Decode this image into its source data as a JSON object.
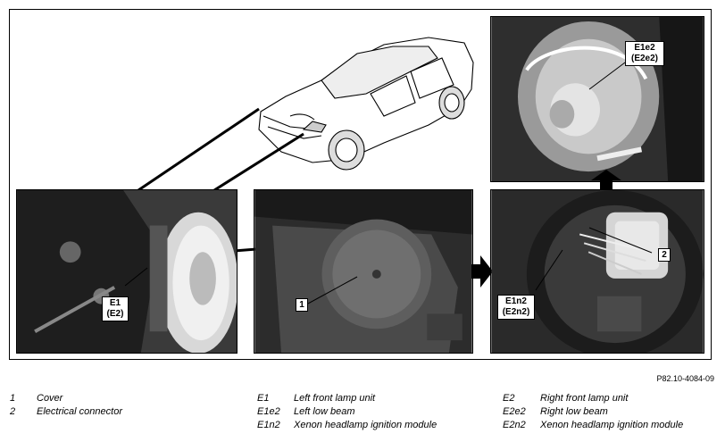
{
  "figure_ref": "P82.10-4084-09",
  "callouts": {
    "e1e2_line1": "E1e2",
    "e1e2_line2": "(E2e2)",
    "e1_line1": "E1",
    "e1_line2": "(E2)",
    "e1n2_line1": "E1n2",
    "e1n2_line2": "(E2n2)",
    "num1": "1",
    "num2": "2"
  },
  "legend": {
    "col1": [
      {
        "code": "1",
        "desc": "Cover"
      },
      {
        "code": "2",
        "desc": "Electrical connector"
      }
    ],
    "col2": [
      {
        "code": "E1",
        "desc": "Left front lamp unit"
      },
      {
        "code": "E1e2",
        "desc": "Left low beam"
      },
      {
        "code": "E1n2",
        "desc": "Xenon headlamp ignition module"
      }
    ],
    "col3": [
      {
        "code": "E2",
        "desc": "Right front lamp unit"
      },
      {
        "code": "E2e2",
        "desc": "Right low beam"
      },
      {
        "code": "E2n2",
        "desc": "Xenon headlamp ignition module"
      }
    ]
  }
}
